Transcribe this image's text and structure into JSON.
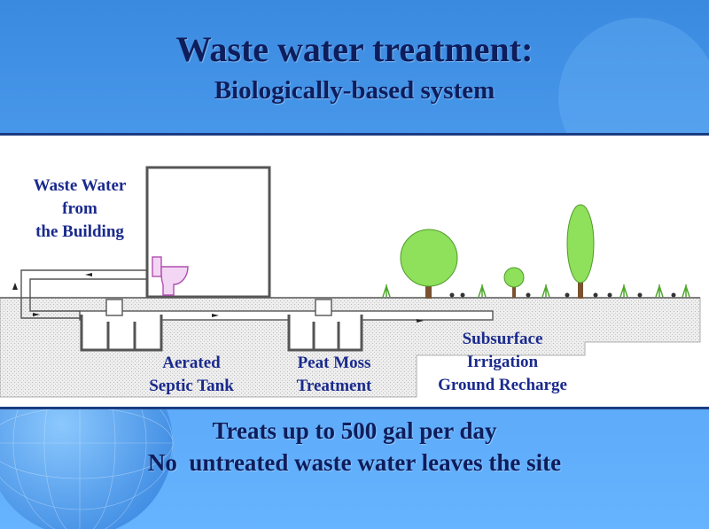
{
  "slide": {
    "title": "Waste water treatment:",
    "subtitle": "Biologically-based system",
    "colors": {
      "text": "#0e1d5c",
      "label": "#1a2a8c",
      "background": "#4f9ef0"
    }
  },
  "diagram": {
    "labels": {
      "source_line1": "Waste Water",
      "source_line2": "from",
      "source_line3": "the Building",
      "septic_line1": "Aerated",
      "septic_line2": "Septic Tank",
      "peat_line1": "Peat Moss",
      "peat_line2": "Treatment",
      "irrigation_line1": "Subsurface",
      "irrigation_line2": "Irrigation",
      "irrigation_line3": "Ground Recharge"
    },
    "icons": [
      "toilet-icon",
      "tree-icon",
      "flow-arrow-icon",
      "plant-icon"
    ]
  },
  "footer": {
    "line1": "Treats up to 500 gal per day",
    "line2": "No  untreated waste water leaves the site"
  }
}
